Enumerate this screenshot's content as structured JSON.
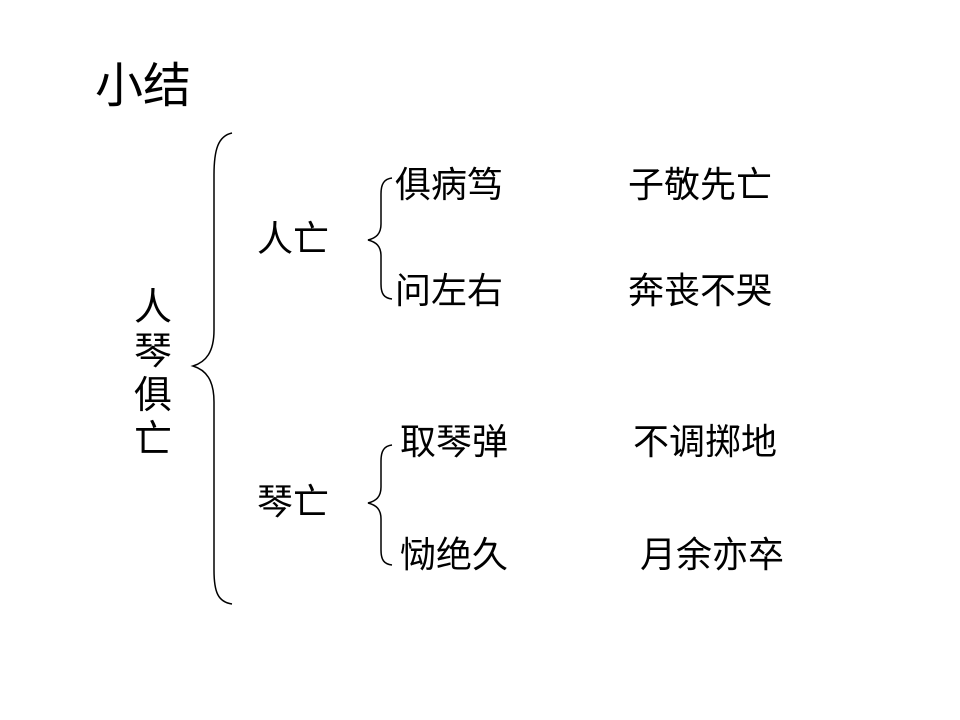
{
  "title": "小结",
  "root": {
    "chars": [
      "人",
      "琴",
      "俱",
      "亡"
    ]
  },
  "branches": [
    {
      "label": "人亡",
      "rows": [
        {
          "a": "俱病笃",
          "b": "子敬先亡"
        },
        {
          "a": "问左右",
          "b": "奔丧不哭"
        }
      ]
    },
    {
      "label": "琴亡",
      "rows": [
        {
          "a": "取琴弹",
          "b": "不调掷地"
        },
        {
          "a": "恸绝久",
          "b": "月余亦卒"
        }
      ]
    }
  ]
}
